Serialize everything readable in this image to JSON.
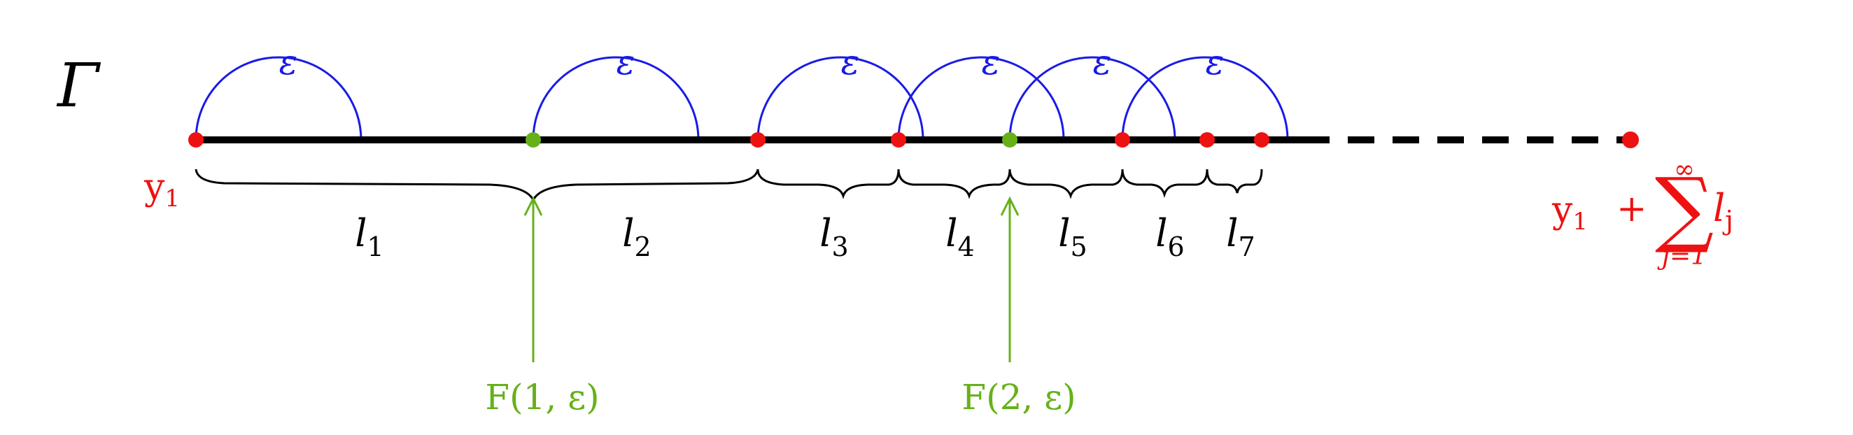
{
  "figure": {
    "space_symbol": "Γ",
    "epsilon_symbol": "ε",
    "colors": {
      "main_line": "#000000",
      "arc": "#1a1ae6",
      "red_point": "#ee1111",
      "green": "#66b11a",
      "brace": "#000000"
    },
    "segments": [
      {
        "name": "l",
        "index": "1"
      },
      {
        "name": "l",
        "index": "2"
      },
      {
        "name": "l",
        "index": "3"
      },
      {
        "name": "l",
        "index": "4"
      },
      {
        "name": "l",
        "index": "5"
      },
      {
        "name": "l",
        "index": "6"
      },
      {
        "name": "l",
        "index": "7"
      }
    ],
    "start_label": {
      "base": "y",
      "sub": "1"
    },
    "end_label": {
      "base": "y",
      "sub": "1",
      "plus": "+",
      "sum_symbol": "∑",
      "upper": "∞",
      "lower": "j=1",
      "term": "l",
      "term_sub": "j"
    },
    "markers": [
      {
        "label": "F(1, ε)"
      },
      {
        "label": "F(2, ε)"
      }
    ]
  }
}
